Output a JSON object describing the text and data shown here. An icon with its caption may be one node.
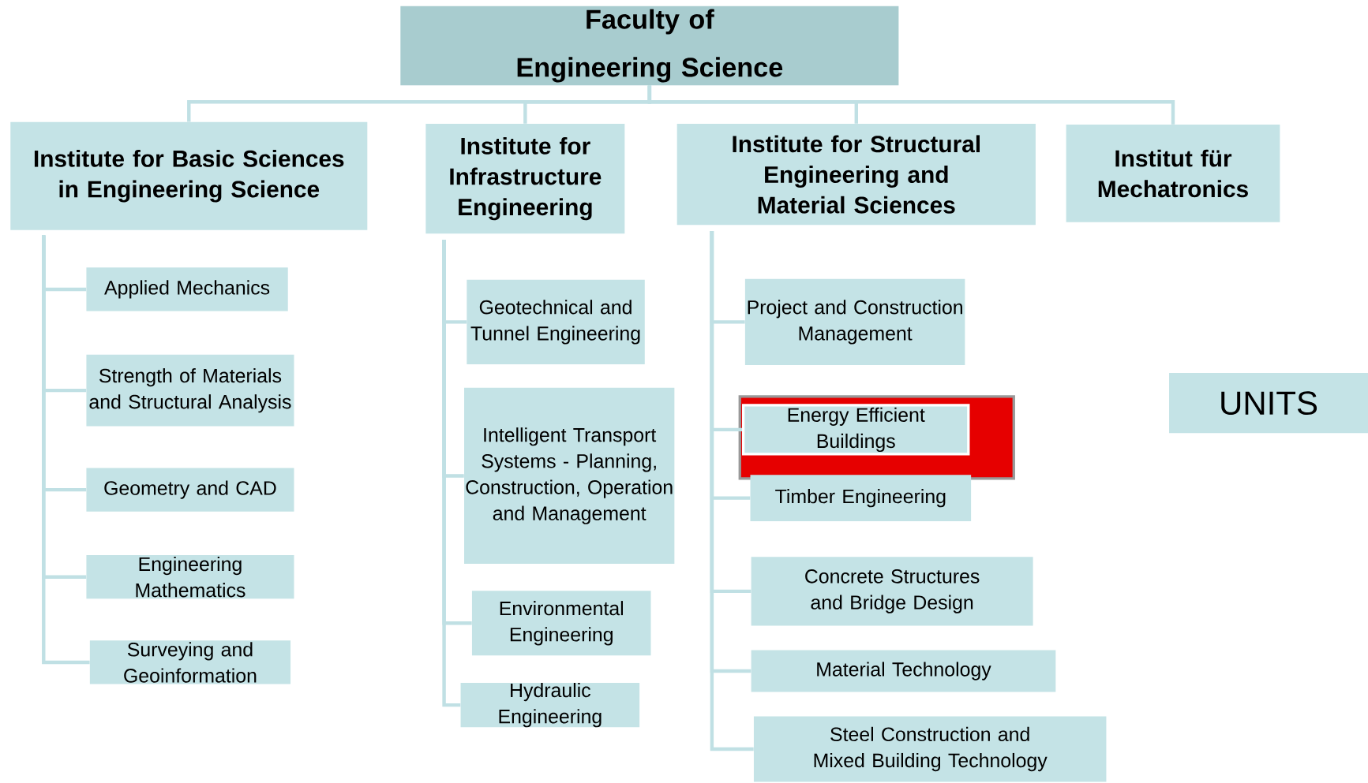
{
  "diagram": {
    "nodes": [
      {
        "text": [
          "Faculty of Engineering Science"
        ]
      },
      {
        "text": [
          "Institute for Basic Sciences in Engineering Science"
        ]
      },
      {
        "text": [
          "Institute for Infrastructure Engineering"
        ]
      },
      {
        "text": [
          "Institute for Structural Engineering and Material Sciences"
        ]
      },
      {
        "text": [
          "Institut für Mechatronics"
        ]
      },
      {
        "text": [
          "Applied Mechanics"
        ]
      },
      {
        "text": [
          "Strength of Materials and Structural Analysis"
        ]
      },
      {
        "text": [
          "Geometry and CAD"
        ]
      },
      {
        "text": [
          "Engineering Mathematics"
        ]
      },
      {
        "text": [
          "Surveying and Geoinformation"
        ]
      },
      {
        "text": [
          "Geotechnical and Tunnel Engineering"
        ]
      },
      {
        "text": [
          "Intelligent Transport Systems - Planning, Construction, Operation and Management"
        ]
      },
      {
        "text": [
          "Environmental Engineering"
        ]
      },
      {
        "text": [
          "Hydraulic Engineering"
        ]
      },
      {
        "text": [
          "Project and Construction Management"
        ]
      },
      {
        "text": [
          "Energy Efficient Buildings"
        ]
      },
      {
        "text": [
          "Timber Engineering"
        ]
      },
      {
        "text": [
          "Concrete Structures and Bridge Design"
        ]
      },
      {
        "text": [
          "Material Technology"
        ]
      },
      {
        "text": [
          "Steel Construction and Mixed Building Technology"
        ]
      },
      {
        "text": [
          "UNITS"
        ]
      }
    ],
    "edges": [
      {
        "from": 0,
        "to": 1,
        "arrow": "none"
      },
      {
        "from": 0,
        "to": 2,
        "arrow": "none"
      },
      {
        "from": 0,
        "to": 3,
        "arrow": "none"
      },
      {
        "from": 0,
        "to": 4,
        "arrow": "none"
      },
      {
        "from": 1,
        "to": 5,
        "arrow": "none"
      },
      {
        "from": 1,
        "to": 6,
        "arrow": "none"
      },
      {
        "from": 1,
        "to": 7,
        "arrow": "none"
      },
      {
        "from": 1,
        "to": 8,
        "arrow": "none"
      },
      {
        "from": 1,
        "to": 9,
        "arrow": "none"
      },
      {
        "from": 2,
        "to": 10,
        "arrow": "none"
      },
      {
        "from": 2,
        "to": 11,
        "arrow": "none"
      },
      {
        "from": 2,
        "to": 12,
        "arrow": "none"
      },
      {
        "from": 2,
        "to": 13,
        "arrow": "none"
      },
      {
        "from": 3,
        "to": 14,
        "arrow": "none"
      },
      {
        "from": 3,
        "to": 15,
        "arrow": "none"
      },
      {
        "from": 3,
        "to": 16,
        "arrow": "none"
      },
      {
        "from": 3,
        "to": 17,
        "arrow": "none"
      },
      {
        "from": 3,
        "to": 18,
        "arrow": "none"
      },
      {
        "from": 3,
        "to": 19,
        "arrow": "none"
      }
    ]
  }
}
